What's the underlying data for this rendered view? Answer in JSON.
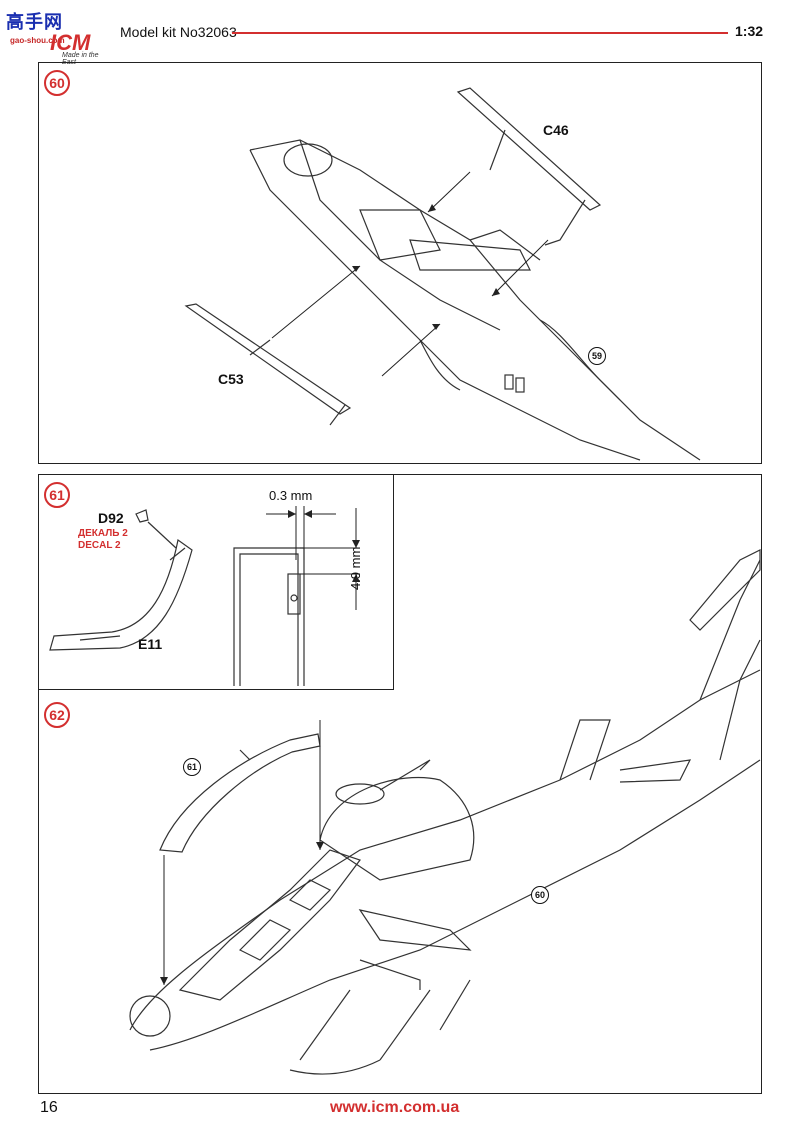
{
  "header": {
    "logo_site_cn": "高手网",
    "logo_site_url": "gao-shou.com",
    "logo_brand": "ICM",
    "logo_tagline": "Made in the East",
    "title": "Model kit No32063",
    "scale": "1:32"
  },
  "step60": {
    "number": "60",
    "parts": {
      "c46": "C46",
      "c53": "C53"
    },
    "ref": "59"
  },
  "step61": {
    "number": "61",
    "parts": {
      "d92": "D92",
      "e11": "E11"
    },
    "decal_ru": "ДЕКАЛЬ 2",
    "decal_en": "DECAL 2",
    "dim_width": "0.3 mm",
    "dim_height": "4.9 mm"
  },
  "step62": {
    "number": "62",
    "ref_61": "61",
    "ref_60": "60"
  },
  "footer": {
    "page_number": "16",
    "url": "www.icm.com.ua"
  },
  "colors": {
    "accent": "#d32f2f",
    "ink": "#111111"
  }
}
